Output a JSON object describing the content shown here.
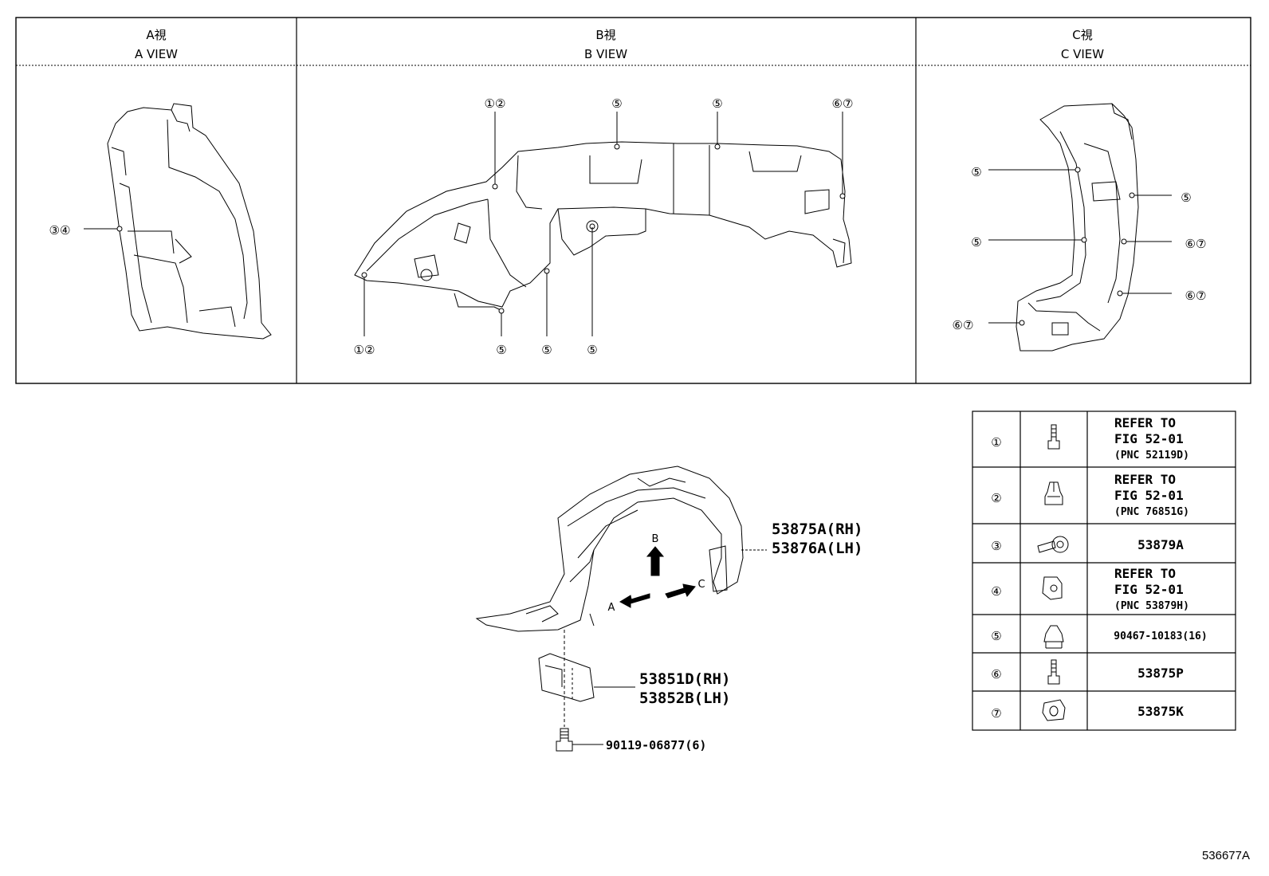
{
  "views": [
    {
      "jp": "A視",
      "en": "A VIEW"
    },
    {
      "jp": "B視",
      "en": "B VIEW"
    },
    {
      "jp": "C視",
      "en": "C VIEW"
    }
  ],
  "callouts": {
    "a_view": [
      "③④"
    ],
    "b_view": [
      "①②",
      "⑤",
      "⑤",
      "⑥⑦",
      "①②",
      "⑤",
      "⑤",
      "⑤"
    ],
    "c_view": [
      "⑤",
      "⑤",
      "⑤",
      "⑥⑦",
      "⑥⑦",
      "⑥⑦"
    ]
  },
  "parts": {
    "liner_rh": "53875A(RH)",
    "liner_lh": "53876A(LH)",
    "bracket_rh": "53851D(RH)",
    "bracket_lh": "53852B(LH)",
    "bolt": "90119-06877(6)",
    "arrow_a": "A",
    "arrow_b": "B",
    "arrow_c": "C"
  },
  "fastener_table": [
    {
      "num": "①",
      "icon": "bolt-icon",
      "lines": [
        "REFER TO",
        "FIG 52-01",
        "(PNC 52119D)"
      ]
    },
    {
      "num": "②",
      "icon": "clip-icon",
      "lines": [
        "REFER TO",
        "FIG 52-01",
        "(PNC 76851G)"
      ]
    },
    {
      "num": "③",
      "icon": "screw-grommet-icon",
      "lines": [
        "53879A"
      ]
    },
    {
      "num": "④",
      "icon": "nut-clip-icon",
      "lines": [
        "REFER TO",
        "FIG 52-01",
        "(PNC 53879H)"
      ]
    },
    {
      "num": "⑤",
      "icon": "push-clip-icon",
      "lines": [
        "90467-10183(16)"
      ]
    },
    {
      "num": "⑥",
      "icon": "screw-icon",
      "lines": [
        "53875P"
      ]
    },
    {
      "num": "⑦",
      "icon": "grommet-icon",
      "lines": [
        "53875K"
      ]
    }
  ],
  "reference": "536677A"
}
